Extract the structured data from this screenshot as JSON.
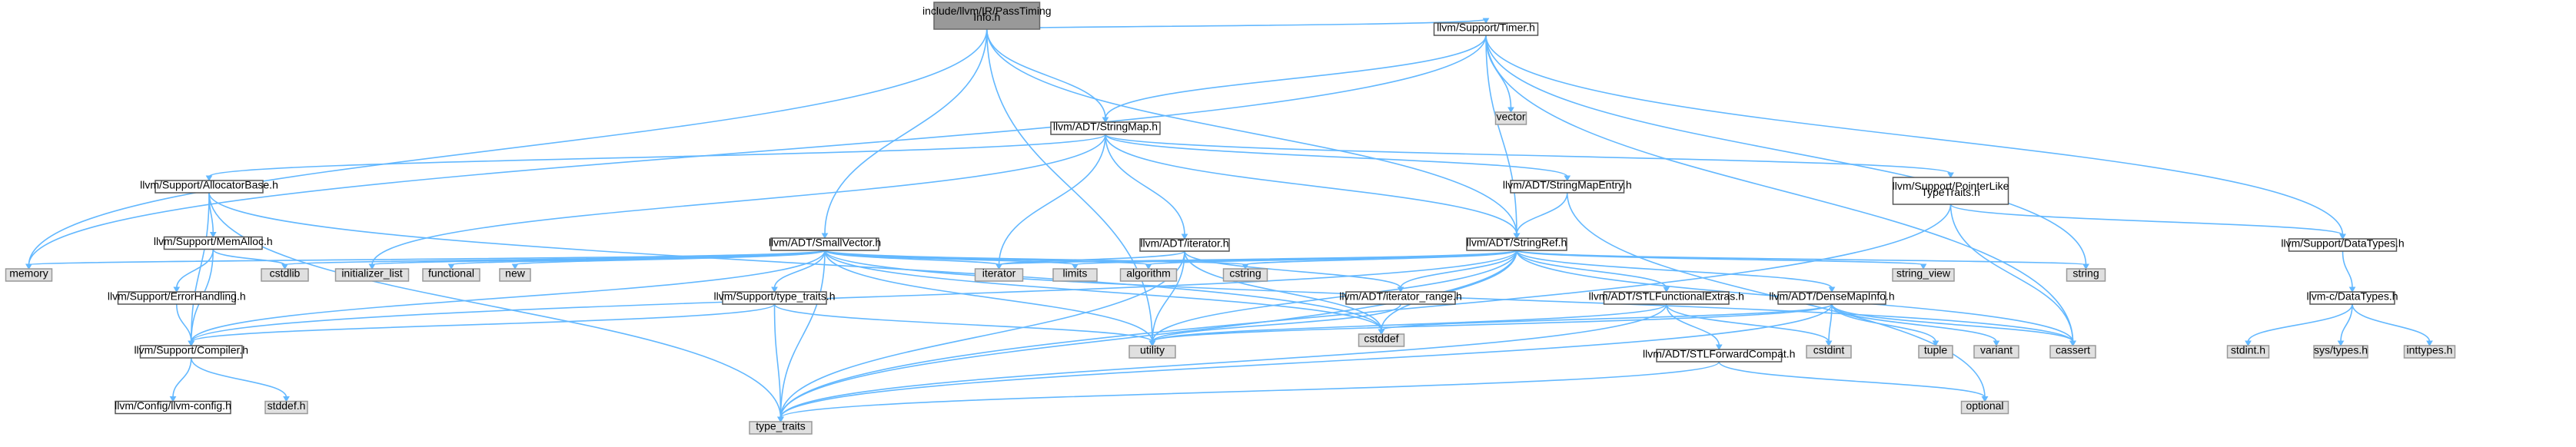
{
  "colors": {
    "edge": "#63b8ff",
    "root_fill": "#999999",
    "system_fill": "#e0e0e0",
    "primary_fill": "#ffffff"
  },
  "nodes": {
    "root": {
      "label1": "include/llvm/IR/PassTiming",
      "label2": "Info.h"
    },
    "timer": {
      "label1": "llvm/Support/Timer.h"
    },
    "stringmap": {
      "label1": "llvm/ADT/StringMap.h"
    },
    "vector": {
      "label1": "vector"
    },
    "allocatorbase": {
      "label1": "llvm/Support/AllocatorBase.h"
    },
    "stringmapentry": {
      "label1": "llvm/ADT/StringMapEntry.h"
    },
    "pointerlike": {
      "label1": "llvm/Support/PointerLike",
      "label2": "TypeTraits.h"
    },
    "memalloc": {
      "label1": "llvm/Support/MemAlloc.h"
    },
    "smallvector": {
      "label1": "llvm/ADT/SmallVector.h"
    },
    "iteratorh": {
      "label1": "llvm/ADT/iterator.h"
    },
    "stringref": {
      "label1": "llvm/ADT/StringRef.h"
    },
    "datatypes": {
      "label1": "llvm/Support/DataTypes.h"
    },
    "memory": {
      "label1": "memory"
    },
    "cstdlib": {
      "label1": "cstdlib"
    },
    "initlist": {
      "label1": "initializer_list"
    },
    "functional": {
      "label1": "functional"
    },
    "new": {
      "label1": "new"
    },
    "iterator": {
      "label1": "iterator"
    },
    "limits": {
      "label1": "limits"
    },
    "algorithm": {
      "label1": "algorithm"
    },
    "cstring": {
      "label1": "cstring"
    },
    "string_view": {
      "label1": "string_view"
    },
    "string": {
      "label1": "string"
    },
    "errorhandling": {
      "label1": "llvm/Support/ErrorHandling.h"
    },
    "typetraitsh": {
      "label1": "llvm/Support/type_traits.h"
    },
    "iterrange": {
      "label1": "llvm/ADT/iterator_range.h"
    },
    "stlfunc": {
      "label1": "llvm/ADT/STLFunctionalExtras.h"
    },
    "densemapinfo": {
      "label1": "llvm/ADT/DenseMapInfo.h"
    },
    "cdatatypes": {
      "label1": "llvm-c/DataTypes.h"
    },
    "compiler": {
      "label1": "llvm/Support/Compiler.h"
    },
    "utility": {
      "label1": "utility"
    },
    "cstddef": {
      "label1": "cstddef"
    },
    "cstdint": {
      "label1": "cstdint"
    },
    "tuple": {
      "label1": "tuple"
    },
    "variant": {
      "label1": "variant"
    },
    "cassert": {
      "label1": "cassert"
    },
    "stdinth": {
      "label1": "stdint.h"
    },
    "systypes": {
      "label1": "sys/types.h"
    },
    "inttypes": {
      "label1": "inttypes.h"
    },
    "stlforward": {
      "label1": "llvm/ADT/STLForwardCompat.h"
    },
    "llvmconfig": {
      "label1": "llvm/Config/llvm-config.h"
    },
    "stddefh": {
      "label1": "stddef.h"
    },
    "type_traits": {
      "label1": "type_traits"
    },
    "optional": {
      "label1": "optional"
    }
  }
}
